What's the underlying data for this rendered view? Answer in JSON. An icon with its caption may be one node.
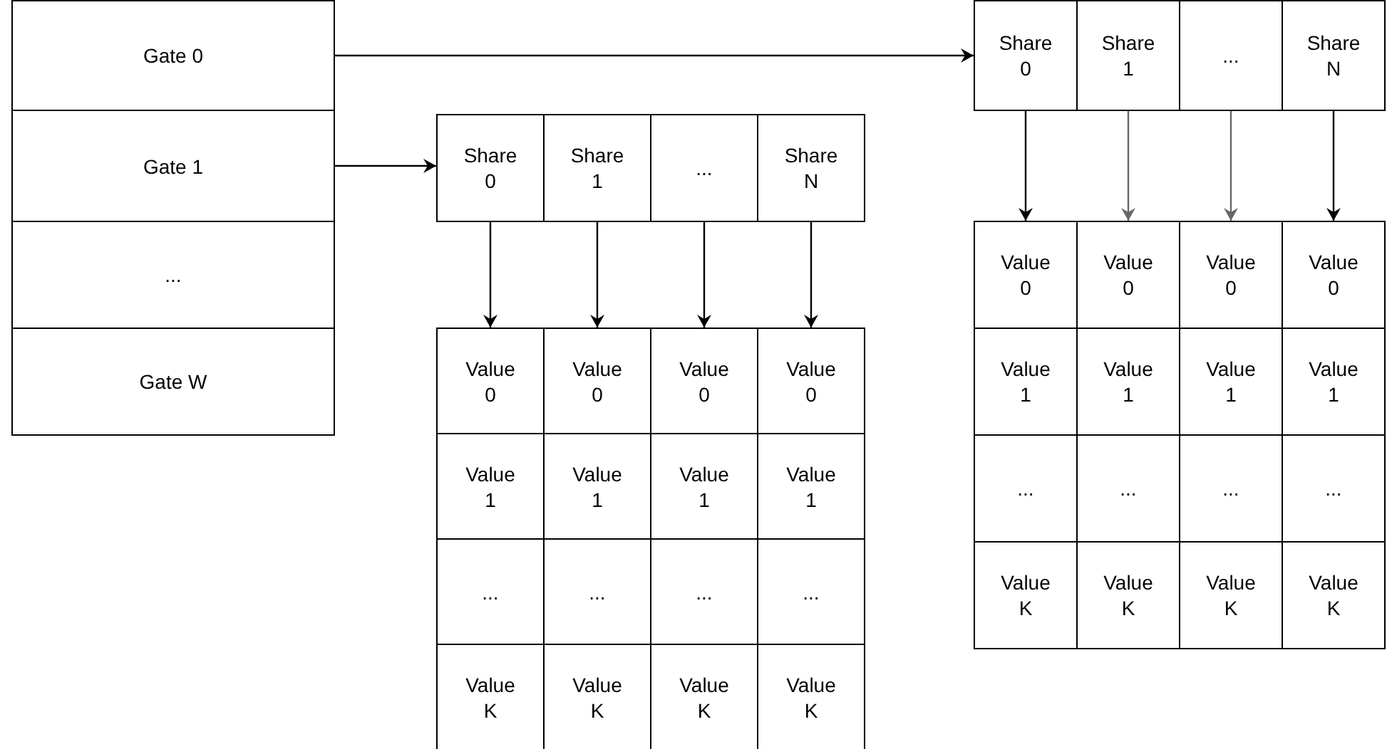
{
  "diagram": {
    "nodes": [
      {
        "text": [
          "Gate 0"
        ]
      },
      {
        "text": [
          "Gate 1"
        ]
      },
      {
        "text": [
          "..."
        ]
      },
      {
        "text": [
          "Gate W"
        ]
      },
      {
        "text": [
          "Share 0"
        ]
      },
      {
        "text": [
          "Share 1"
        ]
      },
      {
        "text": [
          "..."
        ]
      },
      {
        "text": [
          "Share N"
        ]
      },
      {
        "text": [
          "Share 0"
        ]
      },
      {
        "text": [
          "Share 1"
        ]
      },
      {
        "text": [
          "..."
        ]
      },
      {
        "text": [
          "Share N"
        ]
      },
      {
        "text": [
          "Value 0"
        ]
      },
      {
        "text": [
          "Value 0"
        ]
      },
      {
        "text": [
          "Value 0"
        ]
      },
      {
        "text": [
          "Value 0"
        ]
      },
      {
        "text": [
          "Value 1"
        ]
      },
      {
        "text": [
          "Value 1"
        ]
      },
      {
        "text": [
          "Value 1"
        ]
      },
      {
        "text": [
          "Value 1"
        ]
      },
      {
        "text": [
          "..."
        ]
      },
      {
        "text": [
          "..."
        ]
      },
      {
        "text": [
          "..."
        ]
      },
      {
        "text": [
          "..."
        ]
      },
      {
        "text": [
          "Value K"
        ]
      },
      {
        "text": [
          "Value K"
        ]
      },
      {
        "text": [
          "Value K"
        ]
      },
      {
        "text": [
          "Value K"
        ]
      },
      {
        "text": [
          "Value 0"
        ]
      },
      {
        "text": [
          "Value 0"
        ]
      },
      {
        "text": [
          "Value 0"
        ]
      },
      {
        "text": [
          "Value 0"
        ]
      },
      {
        "text": [
          "Value 1"
        ]
      },
      {
        "text": [
          "Value 1"
        ]
      },
      {
        "text": [
          "Value 1"
        ]
      },
      {
        "text": [
          "Value 1"
        ]
      },
      {
        "text": [
          "..."
        ]
      },
      {
        "text": [
          "..."
        ]
      },
      {
        "text": [
          "..."
        ]
      },
      {
        "text": [
          "..."
        ]
      },
      {
        "text": [
          "Value K"
        ]
      },
      {
        "text": [
          "Value K"
        ]
      },
      {
        "text": [
          "Value K"
        ]
      },
      {
        "text": [
          "Value K"
        ]
      }
    ],
    "edges": [
      {
        "from": 0,
        "to": 4,
        "arrow": "to"
      },
      {
        "from": 1,
        "to": 8,
        "arrow": "to"
      },
      {
        "from": 4,
        "to": 12,
        "arrow": "to"
      },
      {
        "from": 5,
        "to": 13,
        "arrow": "to",
        "color": "#666666"
      },
      {
        "from": 6,
        "to": 14,
        "arrow": "to",
        "color": "#666666"
      },
      {
        "from": 7,
        "to": 15,
        "arrow": "to"
      },
      {
        "from": 8,
        "to": 28,
        "arrow": "to"
      },
      {
        "from": 9,
        "to": 29,
        "arrow": "to"
      },
      {
        "from": 10,
        "to": 30,
        "arrow": "to"
      },
      {
        "from": 11,
        "to": 31,
        "arrow": "to"
      }
    ]
  }
}
